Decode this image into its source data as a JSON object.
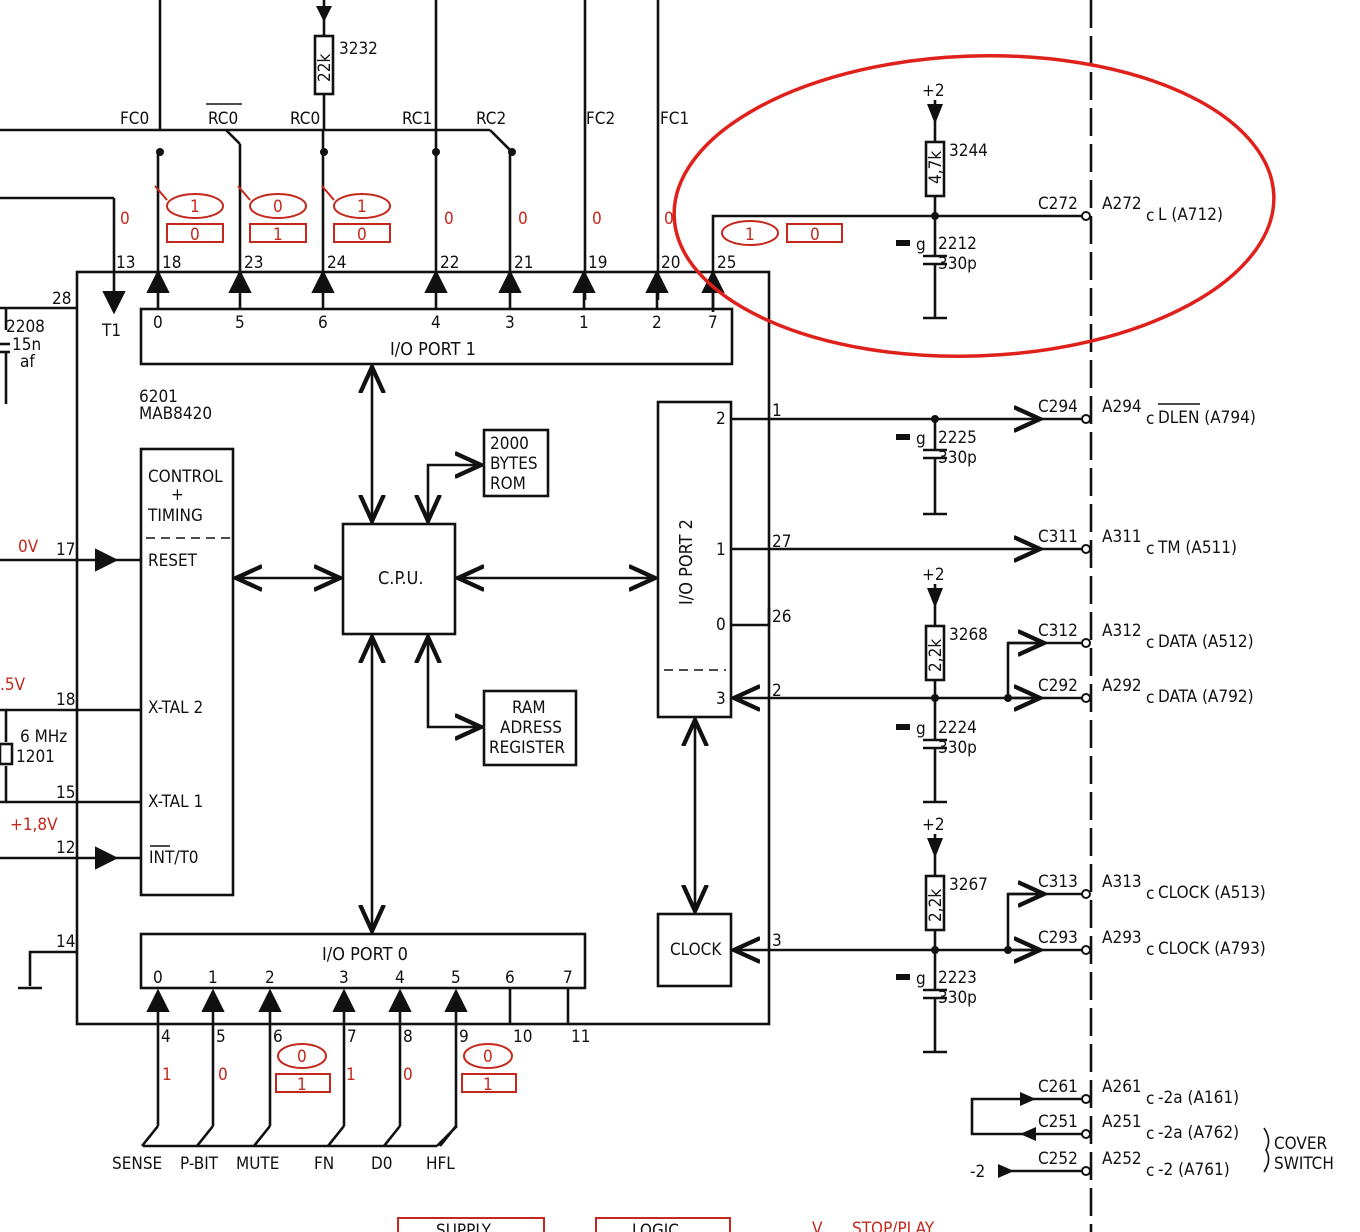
{
  "chip": {
    "ref": "6201",
    "type": "MAB8420",
    "port1_label": "I/O  PORT  1",
    "port0_label": "I/O  PORT  0",
    "port2_label": "I/O  PORT  2",
    "control_line1": "CONTROL",
    "control_line2": "+",
    "control_line3": "TIMING",
    "reset": "RESET",
    "xtal2": "X-TAL  2",
    "xtal1": "X-TAL  1",
    "int": "INT/T0",
    "cpu": "C.P.U.",
    "rom_line1": "2000",
    "rom_line2": "BYTES",
    "rom_line3": "ROM",
    "ram_line1": "RAM",
    "ram_line2": "ADRESS",
    "ram_line3": "REGISTER",
    "clock": "CLOCK",
    "t1": "T1"
  },
  "port1": {
    "bits": [
      "0",
      "5",
      "6",
      "4",
      "3",
      "1",
      "2",
      "7"
    ],
    "pins": [
      "18",
      "23",
      "24",
      "22",
      "21",
      "19",
      "20",
      "25"
    ],
    "t1_pin": "13",
    "signals": [
      "FC0",
      "RC0",
      "RC0",
      "RC1",
      "RC2",
      "FC2",
      "FC1"
    ],
    "states": [
      "0",
      "0",
      "0",
      "0",
      "0"
    ],
    "circle_values": [
      "1",
      "0",
      "1",
      "1"
    ],
    "box_values": [
      "0",
      "1",
      "0",
      "0"
    ]
  },
  "port0": {
    "bits": [
      "0",
      "1",
      "2",
      "3",
      "4",
      "5",
      "6",
      "7"
    ],
    "pins": [
      "4",
      "5",
      "6",
      "7",
      "8",
      "9",
      "10",
      "11"
    ],
    "levels": [
      "1",
      "0",
      "1",
      "0"
    ],
    "circle_values": [
      "0",
      "0"
    ],
    "box_values": [
      "1",
      "1"
    ],
    "signals": [
      "SENSE",
      "P-BIT",
      "MUTE",
      "FN",
      "D0",
      "HFL"
    ]
  },
  "port2": {
    "bits": [
      "2",
      "1",
      "0",
      "3"
    ],
    "pins": [
      "1",
      "27",
      "26",
      "2"
    ],
    "clock_pin": "3"
  },
  "left": {
    "pin28": "28",
    "pin17": "17",
    "pin18": "18",
    "pin15": "15",
    "pin12": "12",
    "pin14": "14",
    "volt_0v": "0V",
    "volt_5v": ".5V",
    "volt_18v": "+1,8V",
    "cap_ref": "2208",
    "cap_val": "15n",
    "cap_type": "af",
    "xtal_freq": "6  MHz",
    "xtal_ref": "1201"
  },
  "resistors": [
    {
      "ref": "3232",
      "value": "22k"
    },
    {
      "ref": "3244",
      "value": "4,7k",
      "supply": "+2"
    },
    {
      "ref": "3268",
      "value": "2,2k",
      "supply": "+2"
    },
    {
      "ref": "3267",
      "value": "2,2k",
      "supply": "+2"
    }
  ],
  "capacitors": [
    {
      "ref": "2212",
      "value": "330p",
      "type": "g"
    },
    {
      "ref": "2225",
      "value": "330p",
      "type": "g"
    },
    {
      "ref": "2224",
      "value": "330p",
      "type": "g"
    },
    {
      "ref": "2223",
      "value": "330p",
      "type": "g"
    }
  ],
  "connectors": [
    {
      "c": "C272",
      "a": "A272",
      "signal": "L  (A712)"
    },
    {
      "c": "C294",
      "a": "A294",
      "signal": "DLEN  (A794)"
    },
    {
      "c": "C311",
      "a": "A311",
      "signal": "TM  (A511)"
    },
    {
      "c": "C312",
      "a": "A312",
      "signal": "DATA  (A512)"
    },
    {
      "c": "C292",
      "a": "A292",
      "signal": "DATA  (A792)"
    },
    {
      "c": "C313",
      "a": "A313",
      "signal": "CLOCK  (A513)"
    },
    {
      "c": "C293",
      "a": "A293",
      "signal": "CLOCK  (A793)"
    },
    {
      "c": "C261",
      "a": "A261",
      "signal": "-2a  (A161)"
    },
    {
      "c": "C251",
      "a": "A251",
      "signal": "-2a  (A762)"
    },
    {
      "c": "C252",
      "a": "A252",
      "signal": "-2  (A761)"
    }
  ],
  "cover_switch_line1": "COVER",
  "cover_switch_line2": "SWITCH",
  "minus2": "-2",
  "bottom": {
    "supply": "SUPPLY",
    "logic": "LOGIC",
    "v": "V",
    "stop_play": "STOP/PLAY"
  },
  "annotation_color": "#c4281c",
  "highlight_color": "#e0201a"
}
